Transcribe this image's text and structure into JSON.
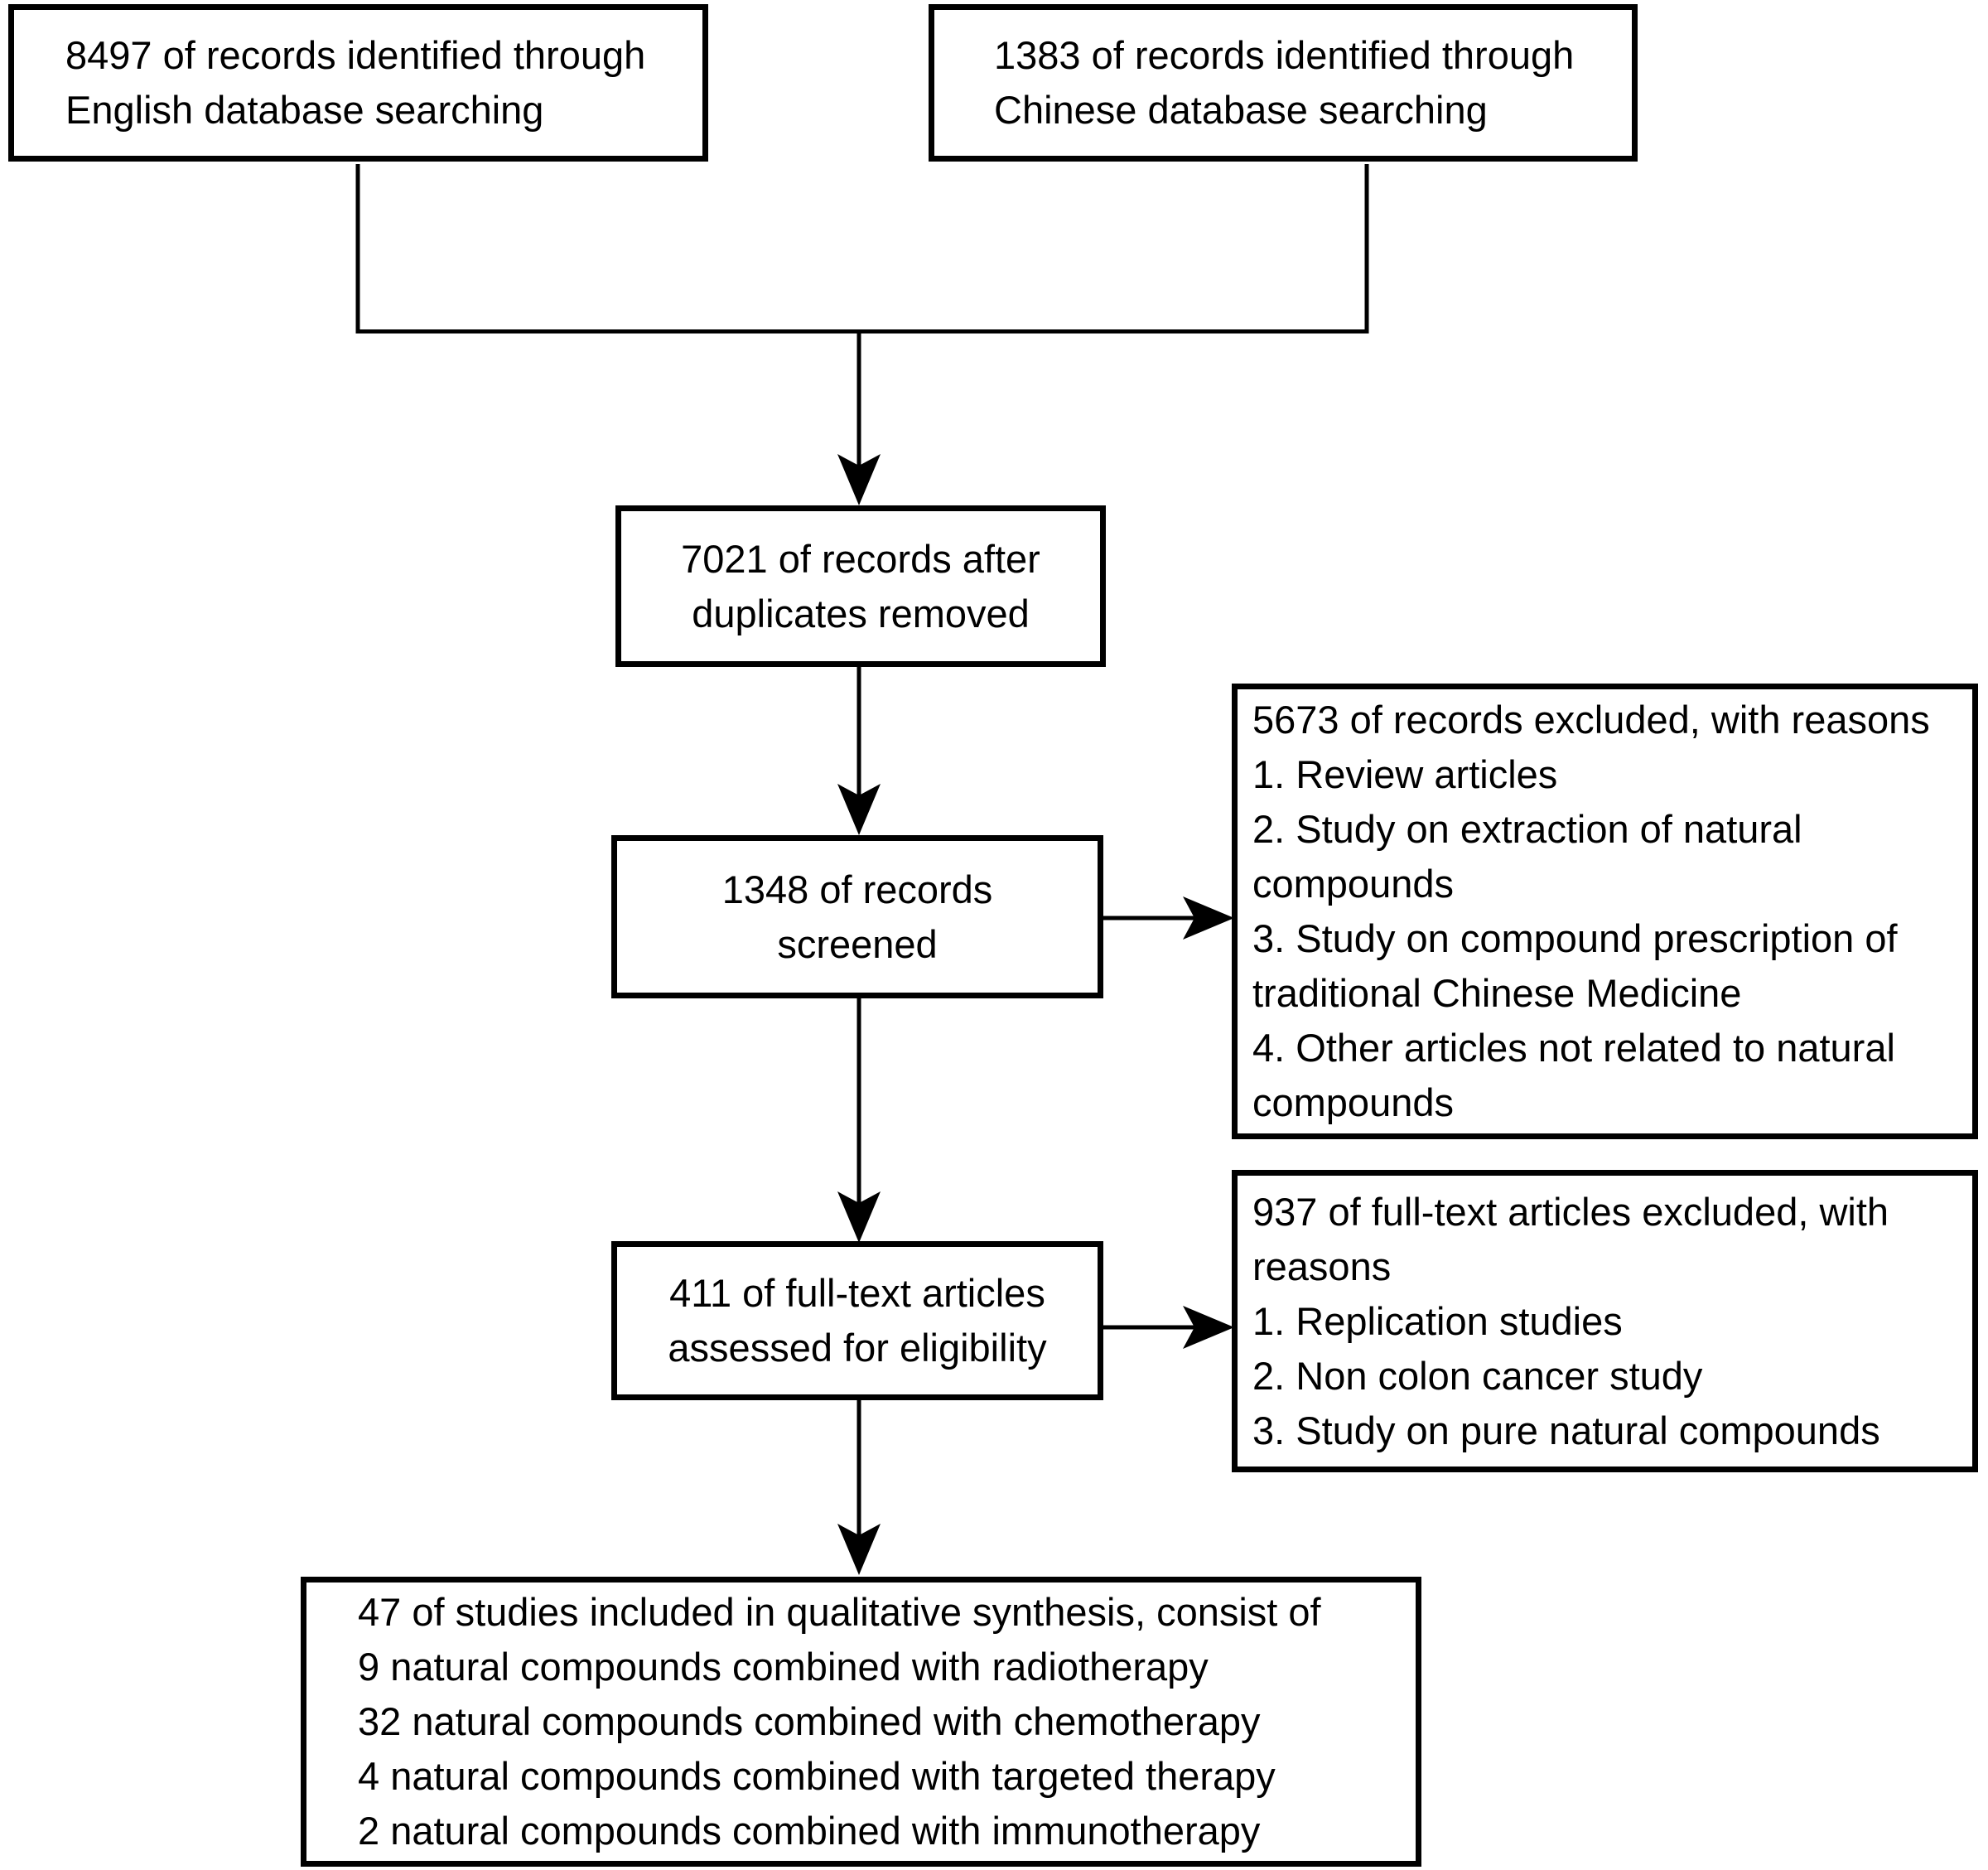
{
  "figure": {
    "colors": {
      "background": "#ffffff",
      "border": "#000000",
      "text": "#000000",
      "line": "#000000"
    },
    "boxes": {
      "identified_english": {
        "lines": [
          "8497 of records identified through",
          "English database searching"
        ]
      },
      "identified_chinese": {
        "lines": [
          "1383 of records identified through",
          "Chinese database searching"
        ]
      },
      "deduplicated": {
        "lines": [
          "7021 of records after",
          "duplicates removed"
        ]
      },
      "screened": {
        "lines": [
          "1348 of records",
          "screened"
        ]
      },
      "excluded_screening": {
        "title": "5673 of records excluded, with reasons",
        "reasons": [
          "1. Review articles",
          "2. Study on extraction of natural compounds",
          "3. Study on compound prescription of traditional Chinese Medicine",
          "4. Other articles not related to natural compounds"
        ]
      },
      "fulltext_assessed": {
        "lines": [
          "411 of full-text articles",
          "assessed for eligibility"
        ]
      },
      "excluded_fulltext": {
        "title": "937 of full-text articles excluded, with reasons",
        "reasons": [
          "1. Replication studies",
          "2. Non colon cancer study",
          "3. Study on pure natural compounds"
        ]
      },
      "included": {
        "lines": [
          "47 of studies included in qualitative synthesis, consist of",
          "9 natural compounds combined with radiotherapy",
          "32 natural compounds combined with chemotherapy",
          "4 natural compounds combined with targeted therapy",
          "2 natural compounds combined with immunotherapy"
        ]
      }
    }
  }
}
